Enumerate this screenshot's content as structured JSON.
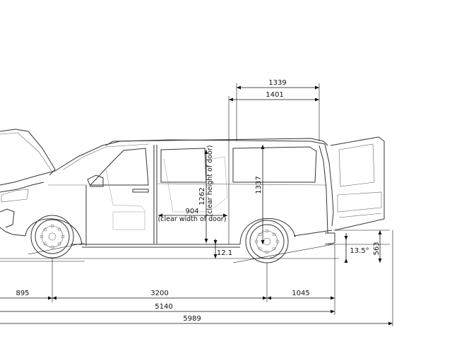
{
  "dimensions": {
    "top_inner_width": "1339",
    "top_outer_width": "1401",
    "door_clear_height": "1262",
    "door_clear_height_note": "(clear height of door)",
    "door_clear_width": "904",
    "door_clear_width_note": "(clear width of door)",
    "load_height": "1337",
    "step_height": "12.1",
    "departure_angle": "13.5°",
    "rear_sill_height": "563",
    "front_overhang": "895",
    "wheelbase": "3200",
    "rear_overhang": "1045",
    "length_without_front": "5140",
    "overall_length": "5989"
  }
}
